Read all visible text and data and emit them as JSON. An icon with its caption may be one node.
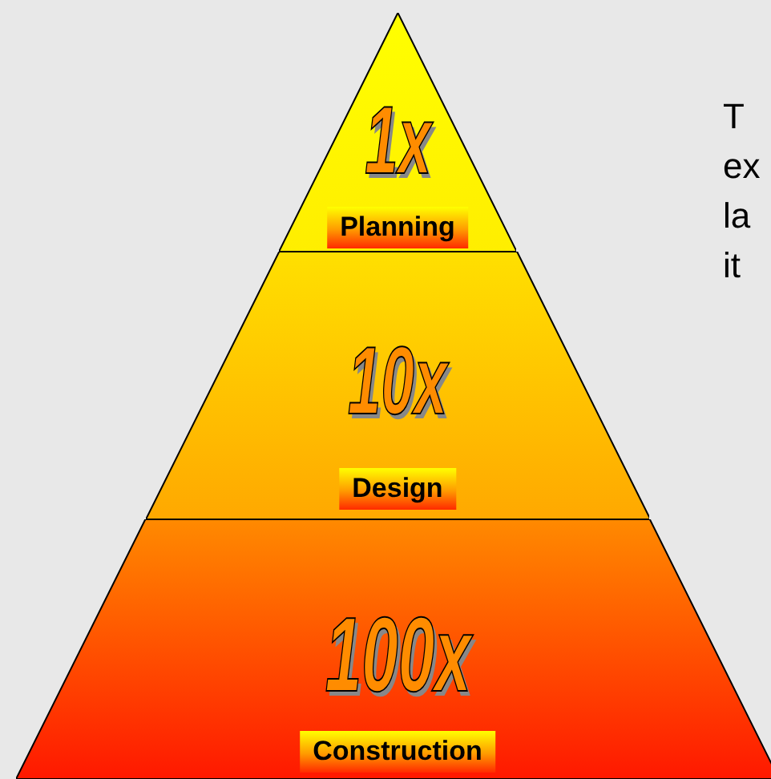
{
  "diagram": {
    "nodes": [
      {
        "text": [
          "1x",
          "Planning"
        ]
      },
      {
        "text": [
          "10x",
          "Design"
        ]
      },
      {
        "text": [
          "100x",
          "Construction"
        ]
      }
    ],
    "labels": [
      "T ex la it"
    ]
  }
}
